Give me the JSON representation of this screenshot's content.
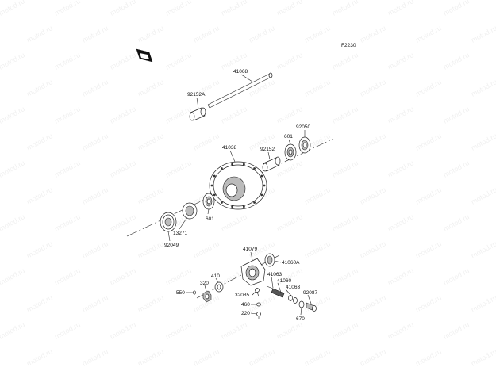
{
  "watermark": {
    "text": "motod.ru"
  },
  "code": "F2230",
  "labels": {
    "p41068": "41068",
    "p92152A": "92152A",
    "p92050": "92050",
    "p601a": "601",
    "p92152": "92152",
    "p41038": "41038",
    "p601b": "601",
    "p13271": "13271",
    "p92049": "92049",
    "p41079": "41079",
    "p41060A": "41060A",
    "p410": "410",
    "p320": "320",
    "p550": "550",
    "p41063a": "41063",
    "p41060": "41060",
    "p41063b": "41063",
    "p32085": "32085",
    "p92087": "92087",
    "p460": "460",
    "p220": "220",
    "p670": "670"
  }
}
